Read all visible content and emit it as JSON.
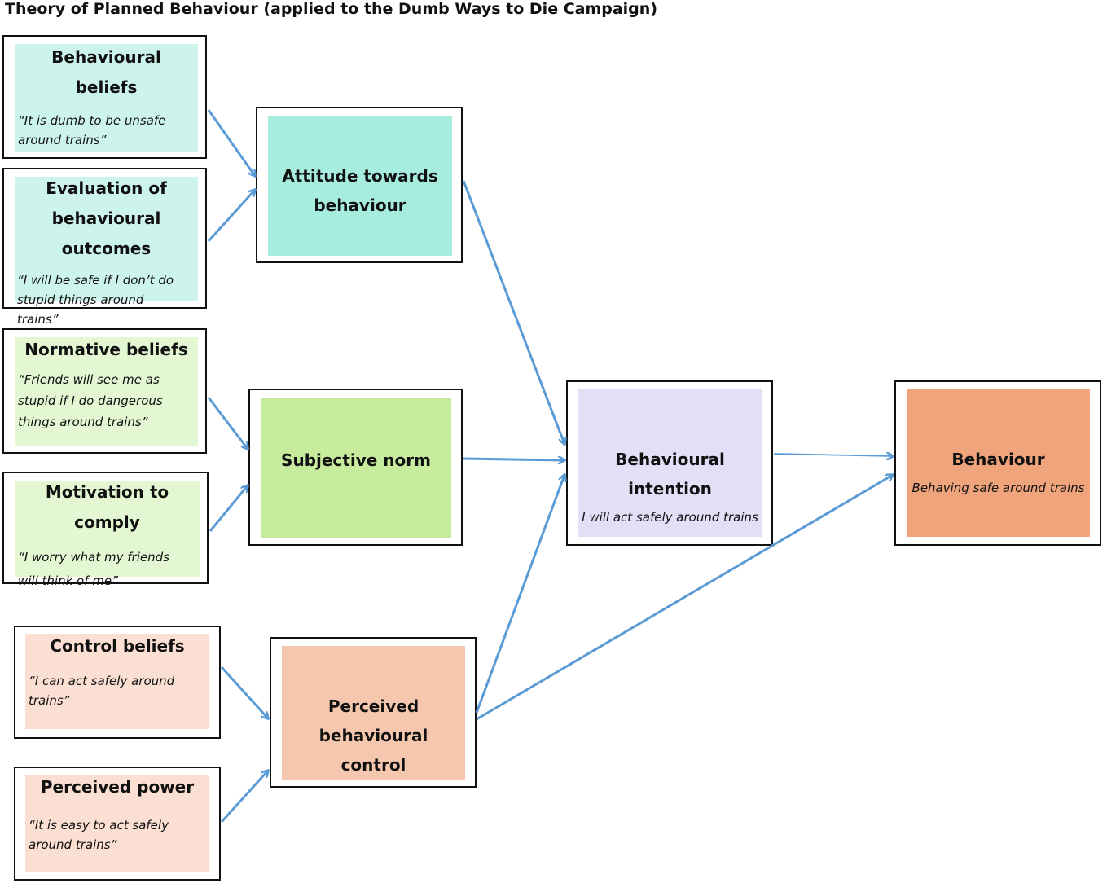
{
  "title": "Theory of Planned Behaviour (applied to the Dumb Ways to Die Campaign)",
  "colors": {
    "teal": "#cdf3ed",
    "green": "#e3f7d3",
    "peach": "#fbdfd2",
    "attitude": "#a6ecdf",
    "norm": "#c8ec9e",
    "control": "#f5c7ae",
    "intention": "#e2e0f6",
    "behaviour": "#f0a47c",
    "arrow": "#5b9bd5"
  },
  "nodes": {
    "behavioural_beliefs": {
      "heading": "Behavioural beliefs",
      "quote": "“It is dumb to be unsafe around trains”"
    },
    "evaluation": {
      "heading_line1": "Evaluation of",
      "heading_line2": "behavioural outcomes",
      "quote": "“I will be safe if I don’t do stupid things around trains”"
    },
    "normative_beliefs": {
      "heading": "Normative beliefs",
      "quote": "“Friends will see me as stupid if I do dangerous things around trains”"
    },
    "motivation": {
      "heading": "Motivation to comply",
      "quote": "“I worry what my friends will think of me”"
    },
    "control_beliefs": {
      "heading": "Control beliefs",
      "quote": "“I can act safely around trains”"
    },
    "perceived_power": {
      "heading": "Perceived power",
      "quote": "“It is easy to act safely around trains”"
    },
    "attitude": {
      "line1": "Attitude towards",
      "line2": "behaviour"
    },
    "subjective_norm": {
      "label": "Subjective norm"
    },
    "pbc": {
      "line1": "Perceived behavioural",
      "line2": "control"
    },
    "intention": {
      "heading": "Behavioural intention",
      "sub": "I will act safely around trains"
    },
    "behaviour": {
      "heading": "Behaviour",
      "sub": "Behaving safe around trains"
    }
  }
}
